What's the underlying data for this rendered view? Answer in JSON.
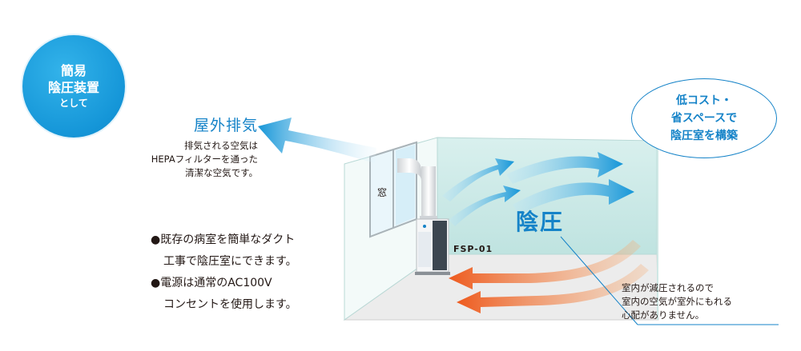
{
  "badge": {
    "line1": "簡易",
    "line2": "陰圧装置",
    "line3": "として"
  },
  "exhaust": {
    "title": "屋外排気",
    "desc_lines": [
      "排気される空気は",
      "HEPAフィルターを通った",
      "清潔な空気です。"
    ]
  },
  "bullets": {
    "b1_line1": "●既存の病室を簡単なダクト",
    "b1_line2": "工事で陰圧室にできます。",
    "b2_line1": "●電源は通常のAC100V",
    "b2_line2": "コンセントを使用します。"
  },
  "callout": {
    "line1": "低コスト・",
    "line2": "省スペースで",
    "line3": "陰圧室を構築"
  },
  "room": {
    "window_label": "窓",
    "model_label": "FSP-01",
    "pressure_label": "陰圧"
  },
  "note": {
    "lines": [
      "室内が減圧されるので",
      "室内の空気が室外にもれる",
      "心配がありません。"
    ]
  },
  "colors": {
    "accent_blue": "#1583c8",
    "badge_blue": "#1596d8",
    "arrow_orange": "#f07a32",
    "wall_tint": "#d6efec"
  }
}
